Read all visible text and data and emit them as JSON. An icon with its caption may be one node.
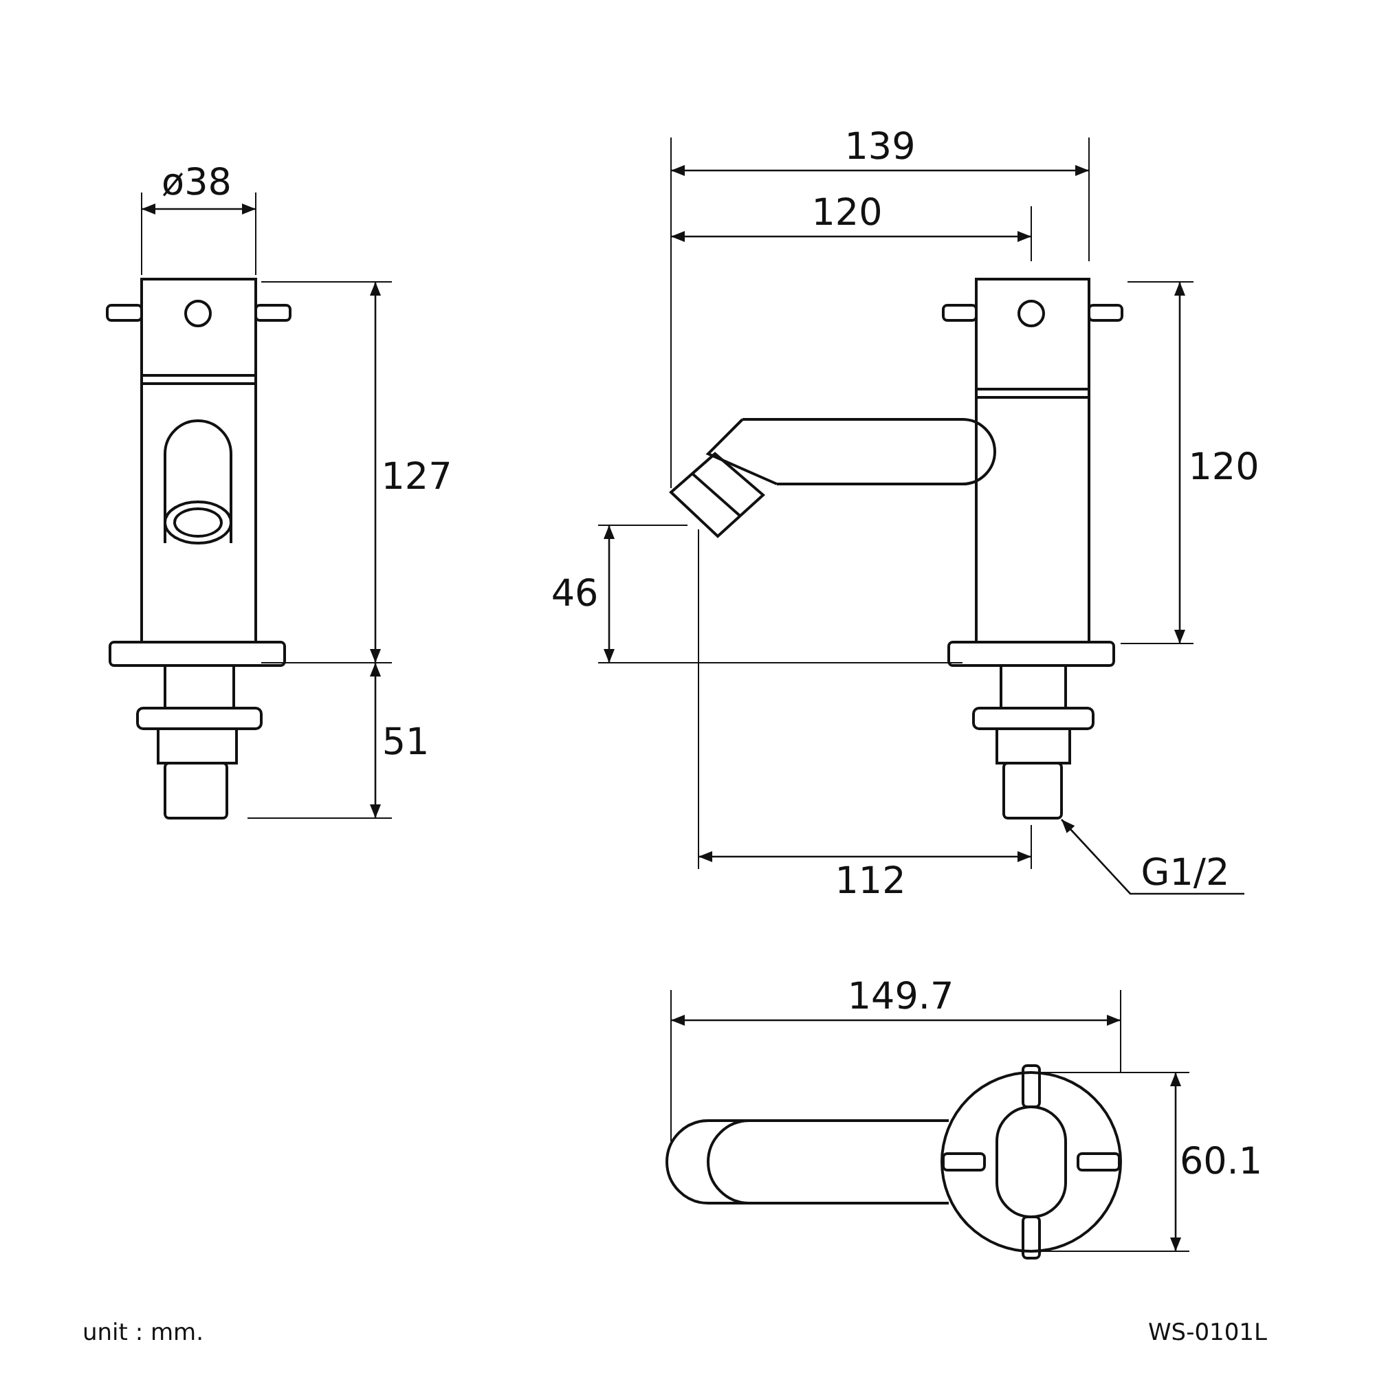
{
  "diagram": {
    "nodes": [
      {
        "text": [
          "G1/2"
        ]
      },
      {
        "text": [],
        "shape": "box"
      }
    ],
    "edges": [
      {
        "from": 0,
        "to": 1,
        "arrow": "to"
      }
    ],
    "labels": [
      "ø38",
      "139",
      "120",
      "127",
      "120",
      "46",
      "51",
      "112",
      "149.7",
      "60.1",
      "unit : mm.",
      "WS-0101L"
    ]
  }
}
